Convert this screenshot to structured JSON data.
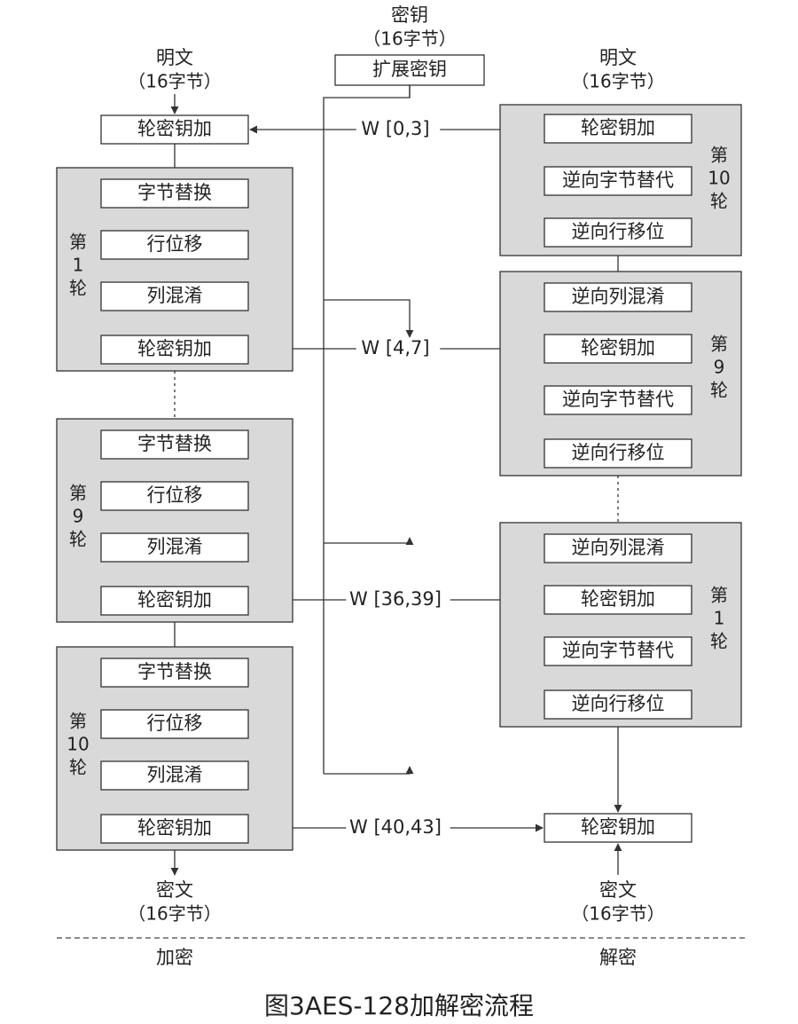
{
  "key_input": {
    "title": "密钥",
    "size": "（16字节）",
    "expand": "扩展密钥"
  },
  "encryption": {
    "plaintext": {
      "title": "明文",
      "size": "（16字节）"
    },
    "initial_add_round_key": "轮密钥加",
    "rounds": [
      {
        "label": [
          "第",
          "1",
          "轮"
        ],
        "steps": [
          "字节替换",
          "行位移",
          "列混淆",
          "轮密钥加"
        ]
      },
      {
        "label": [
          "第",
          "9",
          "轮"
        ],
        "steps": [
          "字节替换",
          "行位移",
          "列混淆",
          "轮密钥加"
        ]
      },
      {
        "label": [
          "第",
          "10",
          "轮"
        ],
        "steps": [
          "字节替换",
          "行位移",
          "列混淆",
          "轮密钥加"
        ]
      }
    ],
    "ciphertext": {
      "title": "密文",
      "size": "（16字节）"
    },
    "footer": "加密"
  },
  "decryption": {
    "plaintext": {
      "title": "明文",
      "size": "（16字节）"
    },
    "rounds": [
      {
        "label": [
          "第",
          "10",
          "轮"
        ],
        "steps": [
          "轮密钥加",
          "逆向字节替代",
          "逆向行移位"
        ]
      },
      {
        "label": [
          "第",
          "9",
          "轮"
        ],
        "steps": [
          "逆向列混淆",
          "轮密钥加",
          "逆向字节替代",
          "逆向行移位"
        ]
      },
      {
        "label": [
          "第",
          "1",
          "轮"
        ],
        "steps": [
          "逆向列混淆",
          "轮密钥加",
          "逆向字节替代",
          "逆向行移位"
        ]
      }
    ],
    "final_add_round_key": "轮密钥加",
    "ciphertext": {
      "title": "密文",
      "size": "（16字节）"
    },
    "footer": "解密"
  },
  "key_words": [
    "W [0,3]",
    "W [4,7]",
    "W [36,39]",
    "W [40,43]"
  ],
  "caption": "图3AES-128加解密流程",
  "colors": {
    "round_fill": "#d9d9d9",
    "box_fill": "#ffffff",
    "line": "#333333",
    "text": "#222222"
  }
}
